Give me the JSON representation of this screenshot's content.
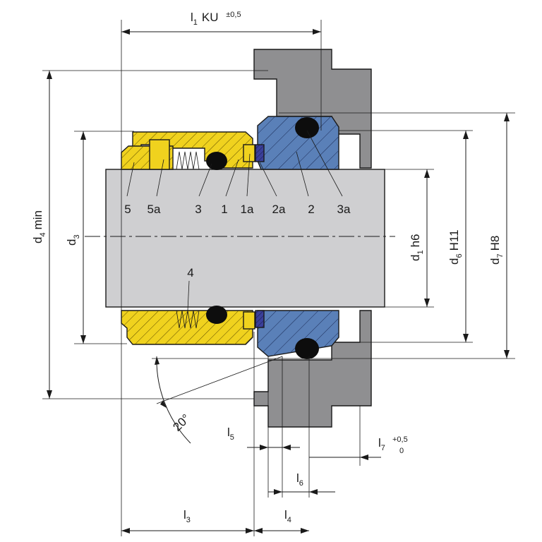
{
  "colors": {
    "housing": "#8f8f91",
    "shaft": "#cfcfd1",
    "rotating_parts": "#f0d21e",
    "stationary_seat": "#5a80b8",
    "face_insert": "#3a3f9a",
    "oring": "#0d0d0d",
    "line": "#1a1a1a"
  },
  "dimensions": {
    "l1": {
      "symbol": "l",
      "sub": "1",
      "suffix": "KU",
      "tolerance": "±0,5"
    },
    "l3": {
      "symbol": "l",
      "sub": "3"
    },
    "l4": {
      "symbol": "l",
      "sub": "4"
    },
    "l5": {
      "symbol": "l",
      "sub": "5"
    },
    "l6": {
      "symbol": "l",
      "sub": "6"
    },
    "l7": {
      "symbol": "l",
      "sub": "7",
      "tol_upper": "+0,5",
      "tol_lower": "0"
    },
    "d1": {
      "symbol": "d",
      "sub": "1",
      "suffix": "h6"
    },
    "d3": {
      "symbol": "d",
      "sub": "3"
    },
    "d4": {
      "symbol": "d",
      "sub": "4",
      "suffix": "min"
    },
    "d6": {
      "symbol": "d",
      "sub": "6",
      "suffix": "H11"
    },
    "d7": {
      "symbol": "d",
      "sub": "7",
      "suffix": "H8"
    },
    "angle": "20°"
  },
  "part_labels": [
    "5",
    "5a",
    "3",
    "1",
    "1a",
    "2a",
    "2",
    "3a"
  ],
  "spring_label": "4"
}
